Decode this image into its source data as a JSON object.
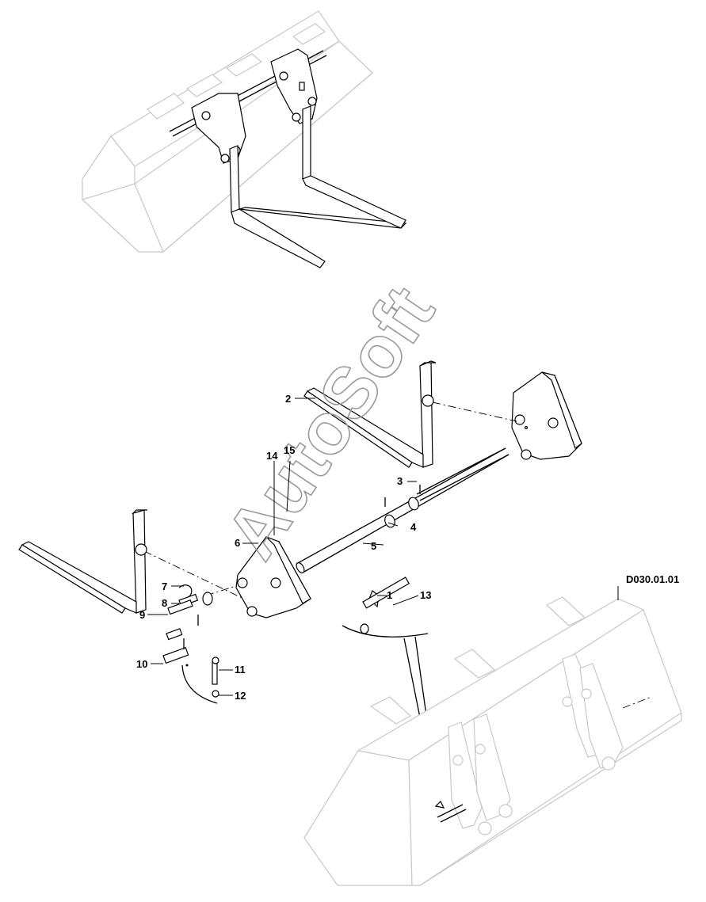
{
  "diagram": {
    "document_number": "D030.01.01",
    "watermark": "AutoSoft",
    "callouts": {
      "c1": "1",
      "c2": "2",
      "c3": "3",
      "c4": "4",
      "c5": "5",
      "c6": "6",
      "c7": "7",
      "c8": "8",
      "c9": "9",
      "c10": "10",
      "c11": "11",
      "c12": "12",
      "c13": "13",
      "c14": "14",
      "c15": "15"
    }
  }
}
